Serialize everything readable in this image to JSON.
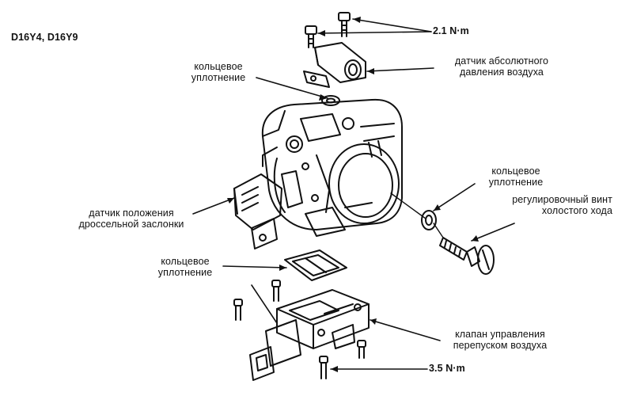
{
  "model": "D16Y4, D16Y9",
  "labels": {
    "torque_top": "2.1 N·m",
    "map_sensor": [
      "датчик абсолютного",
      "давления воздуха"
    ],
    "oring_top": [
      "кольцевое",
      "уплотнение"
    ],
    "oring_right": [
      "кольцевое",
      "уплотнение"
    ],
    "idle_screw": [
      "регулировочный винт",
      "холостого хода"
    ],
    "tps": [
      "датчик положения",
      "дроссельной заслонки"
    ],
    "oring_bottom": [
      "кольцевое",
      "уплотнение"
    ],
    "iac_valve": [
      "клапан управления",
      "перепуском воздуха"
    ],
    "torque_bottom": "3.5 N·m"
  }
}
